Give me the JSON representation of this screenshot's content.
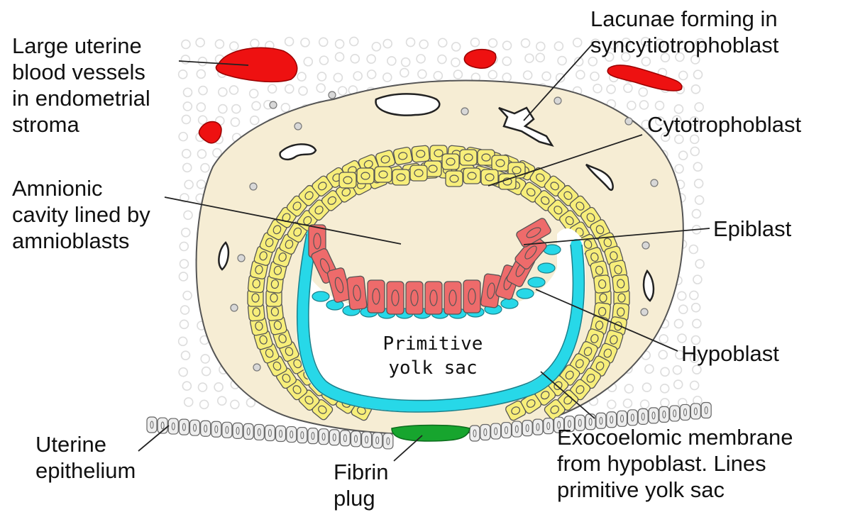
{
  "labels": {
    "blood_vessels": [
      "Large uterine",
      "blood vessels",
      "in endometrial",
      "stroma"
    ],
    "lacunae": [
      "Lacunae forming in",
      "syncytiotrophoblast"
    ],
    "cytotrophoblast": [
      "Cytotrophoblast"
    ],
    "amnionic": [
      "Amnionic",
      "cavity lined by",
      "amnioblasts"
    ],
    "epiblast": [
      "Epiblast"
    ],
    "hypoblast": [
      "Hypoblast"
    ],
    "yolk_sac": [
      "Primitive",
      "yolk sac"
    ],
    "uterine_epithelium": [
      "Uterine",
      "epithelium"
    ],
    "fibrin": [
      "Fibrin",
      "plug"
    ],
    "exocoelomic": [
      "Exocoelomic membrane",
      "from hypoblast. Lines",
      "primitive yolk sac"
    ]
  },
  "colors": {
    "syncytiotrophoblast": "#f6edd4",
    "cytotrophoblast": "#f7ee7a",
    "epiblast": "#ee6b6b",
    "hypoblast": "#27d8e8",
    "blood": "#ee1111",
    "fibrin": "#17a52e",
    "epithelium": "#eeeeee",
    "stroma_cell": "#dddddd"
  }
}
